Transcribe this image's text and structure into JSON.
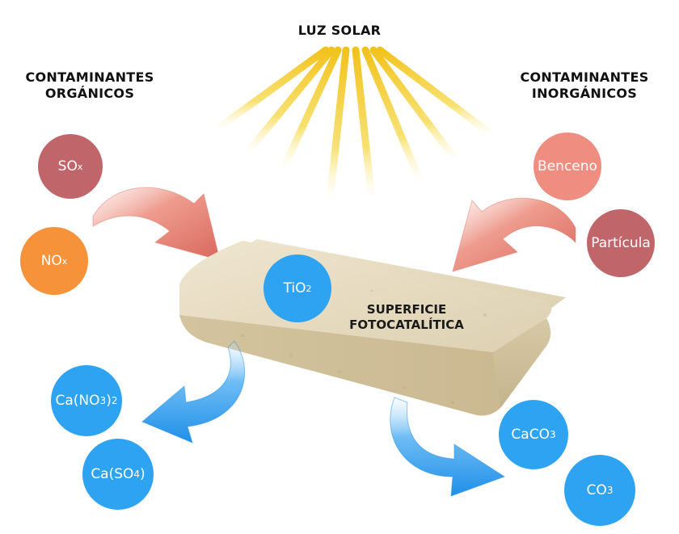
{
  "title": "LUZ SOLAR",
  "left_heading": {
    "line1": "CONTAMINANTES",
    "line2": "ORGÁNICOS"
  },
  "right_heading": {
    "line1": "CONTAMINANTES",
    "line2": "INORGÁNICOS"
  },
  "surface": {
    "line1": "SUPERFICIE",
    "line2": "FOTOCATALÍTICA"
  },
  "catalyst": {
    "base": "TiO",
    "sub": "2"
  },
  "inputs_left": [
    {
      "base": "SO",
      "sub": "x"
    },
    {
      "base": "NO",
      "sub": "x"
    }
  ],
  "inputs_right": [
    "Benceno",
    "Partícula"
  ],
  "outputs_left": [
    {
      "base": "Ca(NO",
      "sub1": "3",
      "mid": ")",
      "sub2": "2"
    },
    {
      "base": "Ca(SO",
      "sub1": "4",
      "mid": ")"
    }
  ],
  "outputs_right": [
    {
      "base": "CaCO",
      "sub1": "3"
    },
    {
      "base": "CO",
      "sub1": "3"
    }
  ],
  "colors": {
    "sox": "#c0666a",
    "nox": "#f5923a",
    "benceno": "#ef8e80",
    "particula": "#c0666a",
    "blue": "#2ea3f2",
    "sun_ray": "#f4d233",
    "arrow_red": "#e8867a",
    "arrow_blue": "#3aa2ee",
    "brick": "#e7dcc4"
  }
}
